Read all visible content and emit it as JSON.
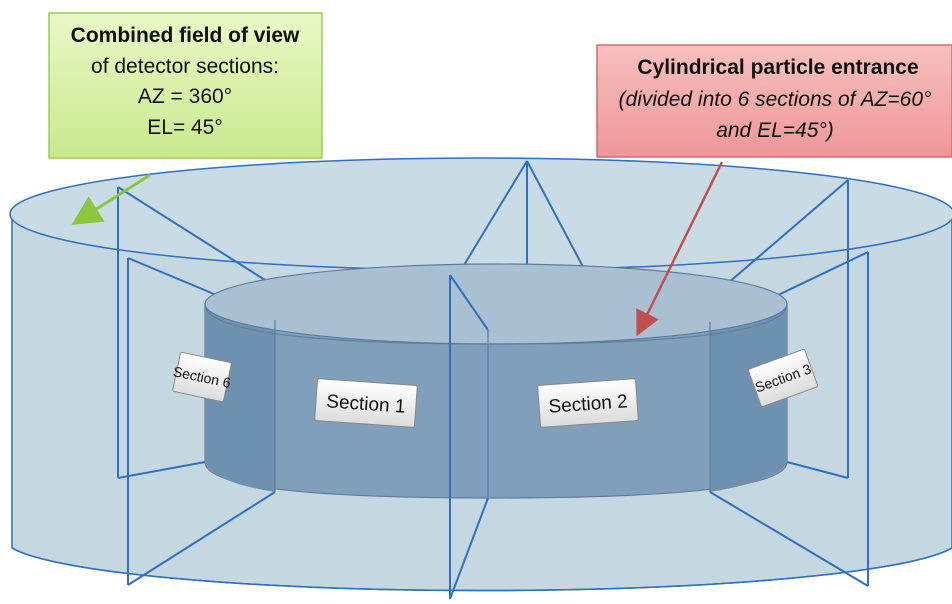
{
  "callout_fov": {
    "title": "Combined field of view",
    "line1": "of detector sections:",
    "line2": "AZ = 360°",
    "line3": "EL= 45°"
  },
  "callout_entrance": {
    "title": "Cylindrical particle entrance",
    "line1": "(divided into 6 sections of AZ=60°",
    "line2": "and EL=45°)"
  },
  "sections": {
    "s1": "Section 1",
    "s2": "Section 2",
    "s3": "Section 3",
    "s6": "Section 6"
  },
  "colors": {
    "outer_cylinder_fill": "#c5d8e2",
    "inner_cylinder_fill": "#7f9fbb",
    "frame_lines": "#2f6fc4",
    "fov_box": "#d7f0a2",
    "entrance_box": "#f2a3a3",
    "fov_arrow": "#8cc63f",
    "entrance_arrow": "#c0504d"
  }
}
